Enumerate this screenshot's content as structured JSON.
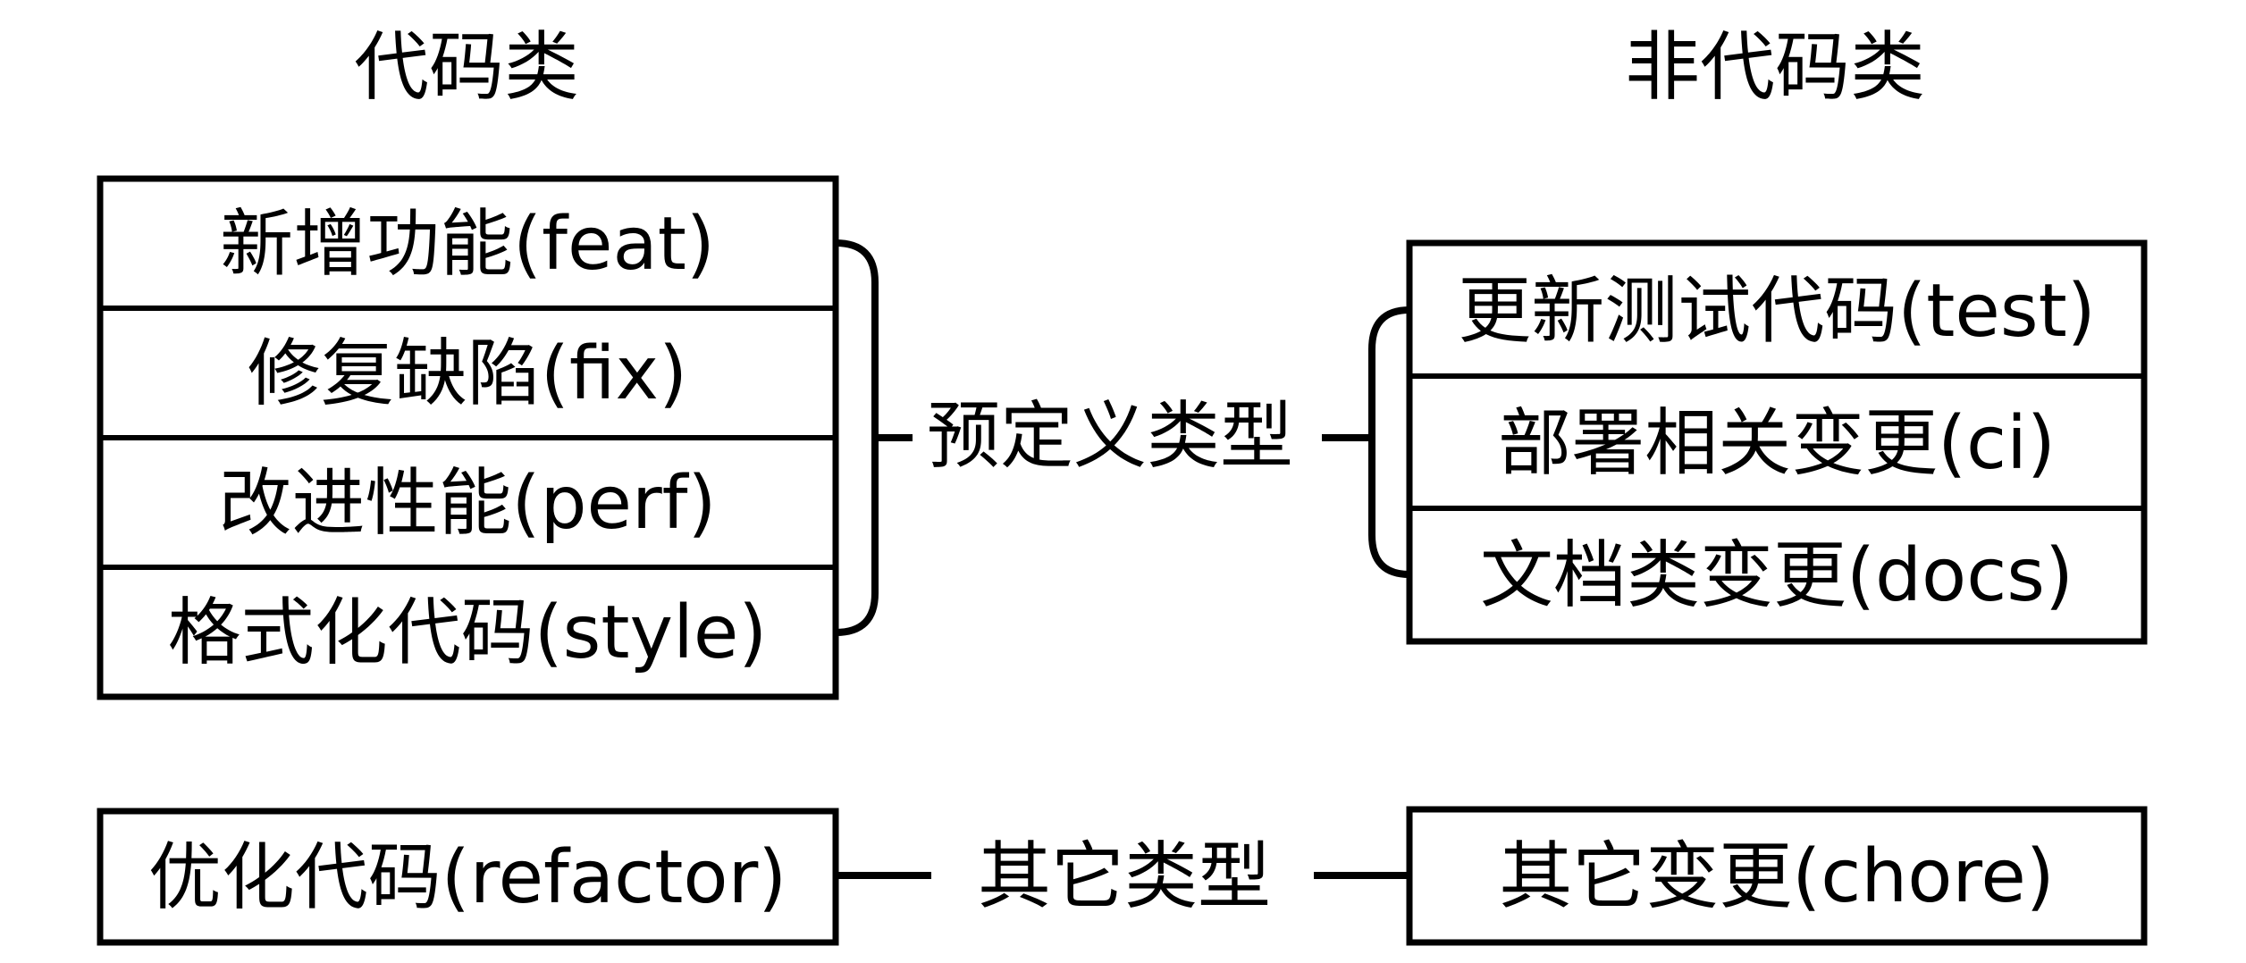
{
  "diagram": {
    "background": "#ffffff",
    "stroke_color": "#000000",
    "column_titles": {
      "code": "代码类",
      "noncode": "非代码类"
    },
    "predefined": {
      "label": "预定义类型",
      "code_types": [
        "新增功能(feat)",
        "修复缺陷(fix)",
        "改进性能(perf)",
        "格式化代码(style)"
      ],
      "noncode_types": [
        "更新测试代码(test)",
        "部署相关变更(ci)",
        "文档类变更(docs)"
      ]
    },
    "other": {
      "label": "其它类型",
      "code_type": "优化代码(refactor)",
      "noncode_type": "其它变更(chore)"
    }
  }
}
